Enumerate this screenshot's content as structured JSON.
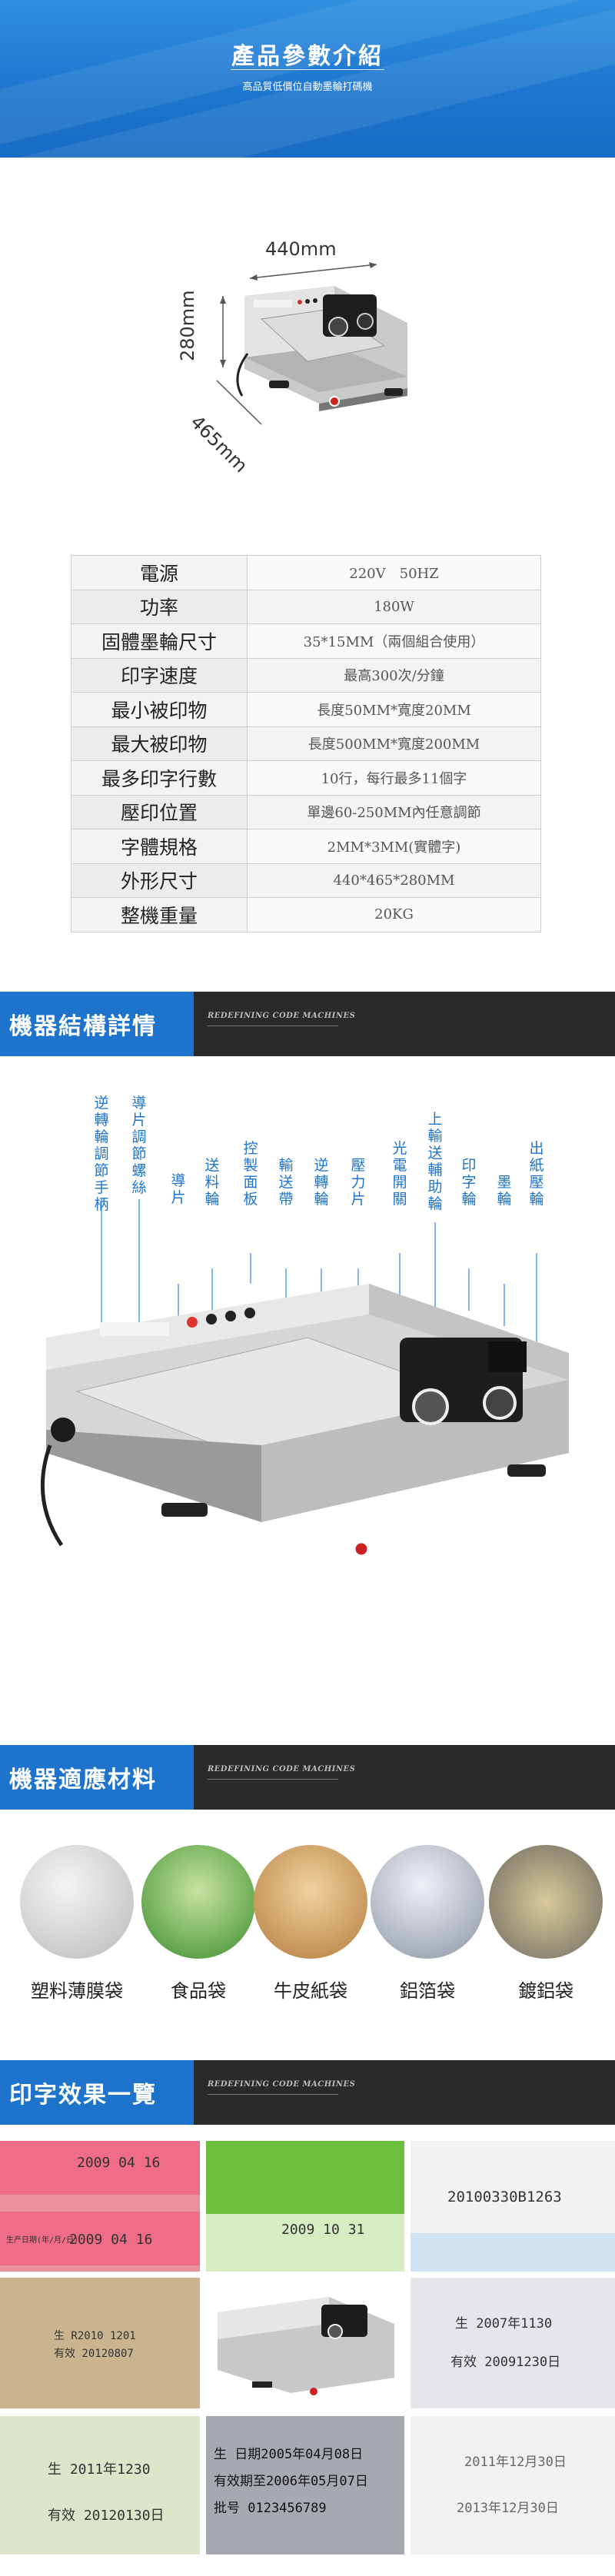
{
  "header": {
    "title": "產品參數介紹",
    "subtitle": "高品質低價位自動墨輪打碼機"
  },
  "dimensions": {
    "width": "440mm",
    "height": "280mm",
    "depth": "465mm"
  },
  "specs": [
    {
      "label": "電源",
      "value": "220V　50HZ"
    },
    {
      "label": "功率",
      "value": "180W"
    },
    {
      "label": "固體墨輪尺寸",
      "value": "35*15MM（兩個組合使用）"
    },
    {
      "label": "印字速度",
      "value": "最高300次/分鐘"
    },
    {
      "label": "最小被印物",
      "value": "長度50MM*寬度20MM"
    },
    {
      "label": "最大被印物",
      "value": "長度500MM*寬度200MM"
    },
    {
      "label": "最多印字行數",
      "value": "10行，每行最多11個字"
    },
    {
      "label": "壓印位置",
      "value": "單邊60-250MM內任意調節"
    },
    {
      "label": "字體規格",
      "value": "2MM*3MM(實體字)"
    },
    {
      "label": "外形尺寸",
      "value": "440*465*280MM"
    },
    {
      "label": "整機重量",
      "value": "20KG"
    }
  ],
  "sections": {
    "structure": {
      "title": "機器結構詳情",
      "tag": "REDEFINING CODE MACHINES"
    },
    "materials": {
      "title": "機器適應材料",
      "tag": "REDEFINING CODE MACHINES"
    },
    "samples": {
      "title": "印字效果一覽",
      "tag": "REDEFINING CODE MACHINES"
    }
  },
  "structure_labels": [
    "逆轉輪調節手柄",
    "導片調節螺絲",
    "導片",
    "送料輪",
    "控製面板",
    "輸送帶",
    "逆轉輪",
    "壓力片",
    "光電開關",
    "上輸送輔助輪",
    "印字輪",
    "墨輪",
    "出紙壓輪"
  ],
  "materials": [
    "塑料薄膜袋",
    "食品袋",
    "牛皮紙袋",
    "鋁箔袋",
    "鍍鋁袋"
  ],
  "samples": {
    "t1a": "2009 04 16",
    "t1b": "2009 04 16",
    "t1c": "生产日期(年/月/日)",
    "t2": "2009 10 31",
    "t3": "20100330B1263",
    "t4a": "生 R2010 1201",
    "t4b": "有效 20120807",
    "t6a": "生 2007年1130",
    "t6b": "有效 20091230日",
    "t7a": "生 2011年1230",
    "t7b": "有效 20120130日",
    "t8a": "生 日期2005年04月08日",
    "t8b": "有效期至2006年05月07日",
    "t8c": "批号 0123456789",
    "t9a": "2011年12月30日",
    "t9b": "2013年12月30日"
  },
  "colors": {
    "accent": "#1e74cc",
    "dark_bar": "#2a2a2a",
    "header_blue": "#2b86dc"
  }
}
